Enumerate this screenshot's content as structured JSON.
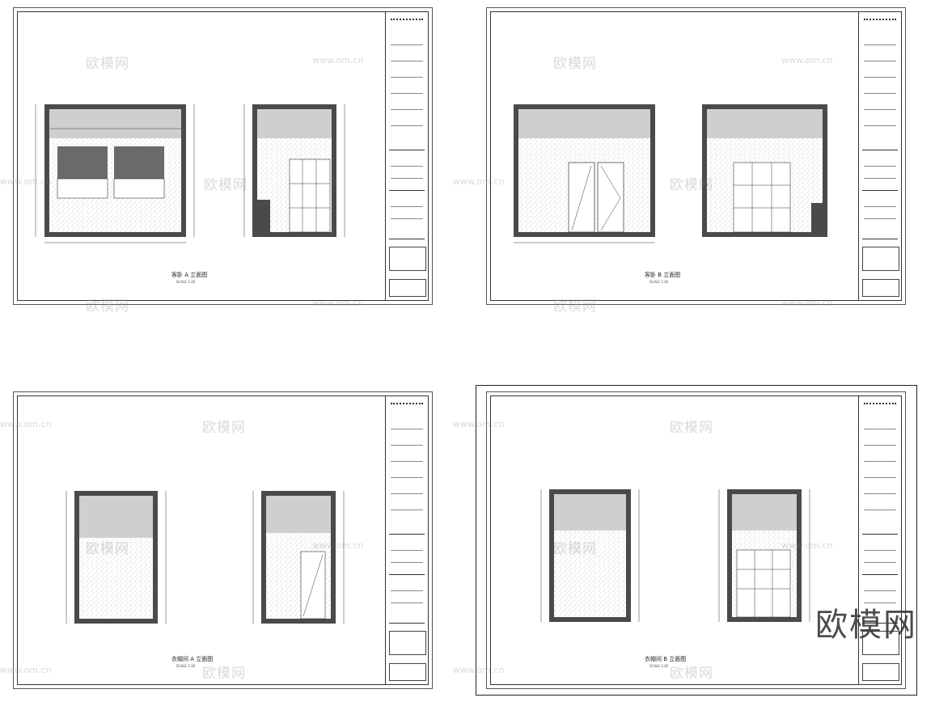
{
  "sheets": [
    {
      "id": "sheet-1",
      "caption": "客卧 A 立面图",
      "scale": "SCALE 1:30"
    },
    {
      "id": "sheet-2",
      "caption": "客卧 B 立面图",
      "scale": "SCALE 1:30"
    },
    {
      "id": "sheet-3",
      "caption": "衣帽间 A 立面图",
      "scale": "SCALE 1:30"
    },
    {
      "id": "sheet-4",
      "caption": "衣帽间 B 立面图",
      "scale": "SCALE 1:30"
    }
  ],
  "watermark": {
    "brand": "欧模网",
    "url": "www.om.cn"
  },
  "logo": "欧模网",
  "colors": {
    "wall": "#4a4a4a",
    "ceiling": "#cfcfcf",
    "cabinet": "#6a6a6a",
    "speckle": "#9a9a9a"
  }
}
